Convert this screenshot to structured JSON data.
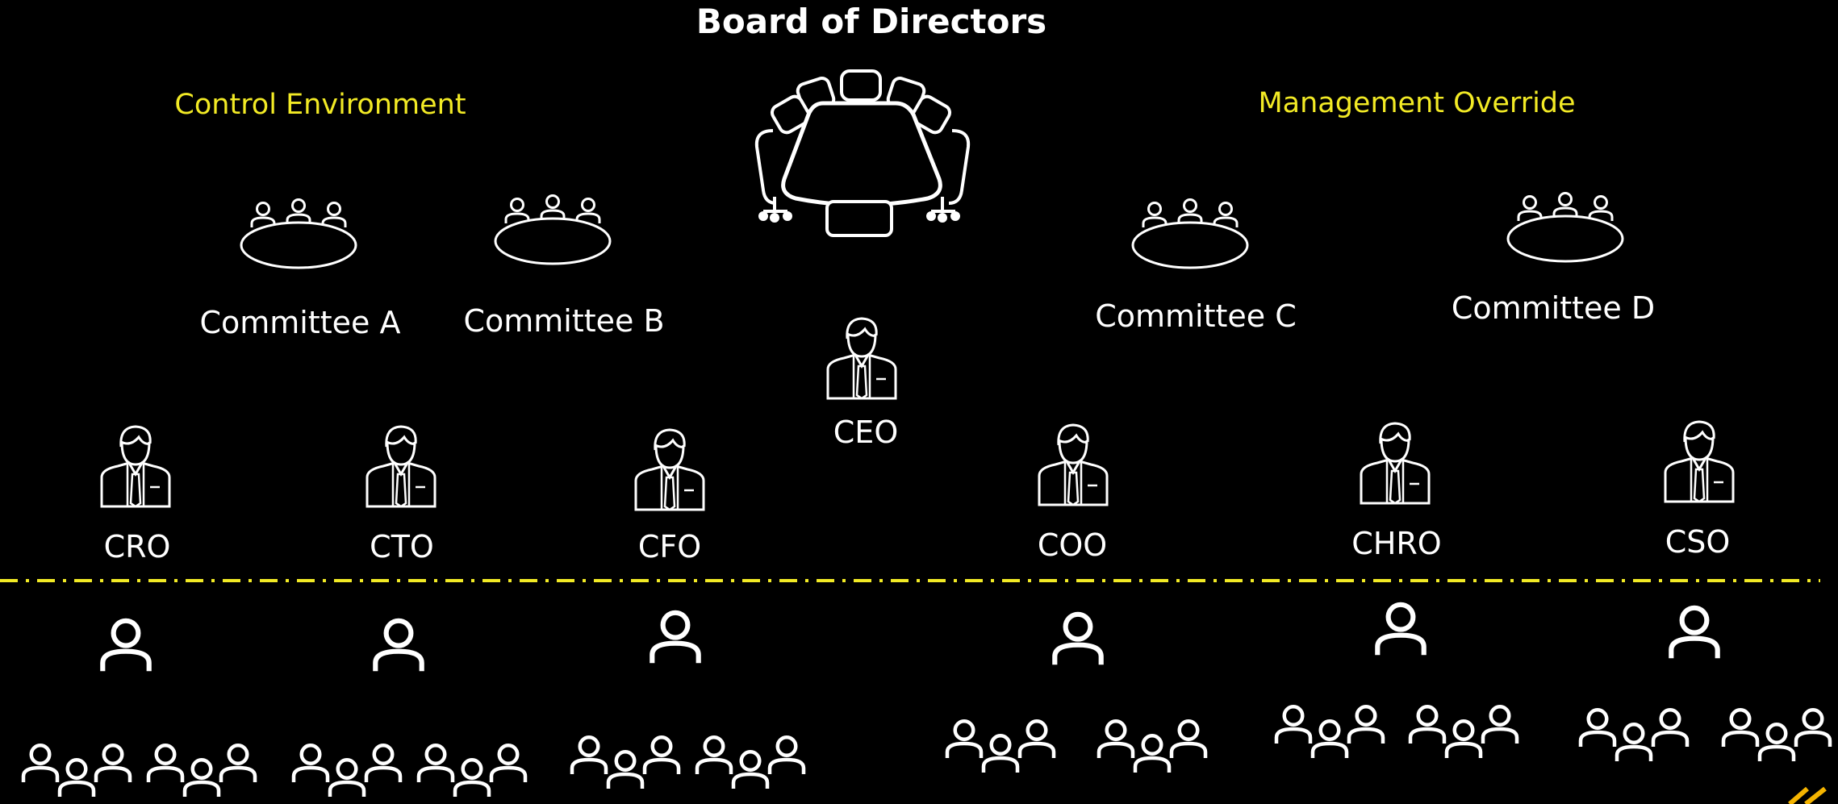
{
  "title": "Board of Directors",
  "left_note": "Control Environment",
  "right_note": "Management Override",
  "committees": [
    "Committee A",
    "Committee B",
    "Committee C",
    "Committee D"
  ],
  "ceo": "CEO",
  "executives": [
    "CRO",
    "CTO",
    "CFO",
    "COO",
    "CHRO",
    "CSO"
  ],
  "colors": {
    "background": "#000000",
    "line": "#ffffff",
    "accent": "#f2ea25",
    "corner_mark": "#f5b400"
  }
}
